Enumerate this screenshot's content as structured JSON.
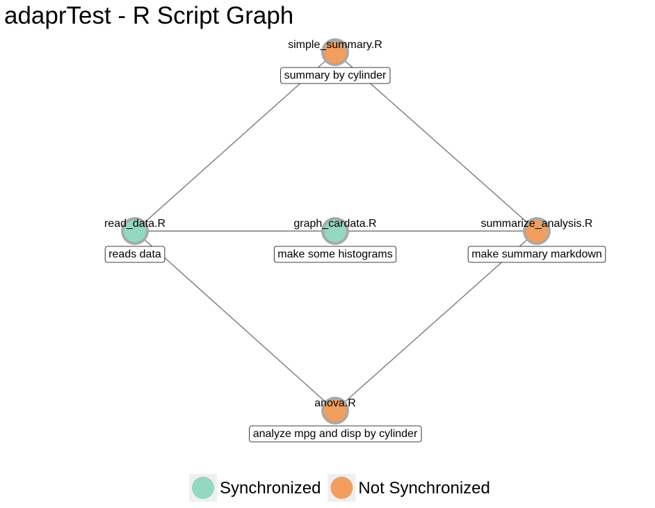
{
  "title": "adaprTest - R Script Graph",
  "colors": {
    "synchronized": "#93d8c0",
    "not_synchronized": "#f19e5e",
    "node_ring": "#a9a9a9",
    "edge": "#7a7a7a",
    "arrow": "#333333",
    "legend_bg": "#efefef"
  },
  "nodes": [
    {
      "id": "simple_summary",
      "name": "simple_summary.R",
      "description": "summary by cylinder",
      "status": "not_synchronized"
    },
    {
      "id": "read_data",
      "name": "read_data.R",
      "description": "reads data",
      "status": "synchronized"
    },
    {
      "id": "graph_cardata",
      "name": "graph_cardata.R",
      "description": "make some histograms",
      "status": "synchronized"
    },
    {
      "id": "summarize_analysis",
      "name": "summarize_analysis.R",
      "description": "make summary markdown",
      "status": "not_synchronized"
    },
    {
      "id": "anova",
      "name": "anova.R",
      "description": "analyze mpg and disp by cylinder",
      "status": "not_synchronized"
    }
  ],
  "edges": [
    {
      "from": "read_data",
      "to": "simple_summary"
    },
    {
      "from": "read_data",
      "to": "graph_cardata"
    },
    {
      "from": "read_data",
      "to": "anova"
    },
    {
      "from": "simple_summary",
      "to": "summarize_analysis"
    },
    {
      "from": "graph_cardata",
      "to": "summarize_analysis"
    },
    {
      "from": "anova",
      "to": "summarize_analysis"
    }
  ],
  "legend": [
    {
      "label": "Synchronized",
      "status": "synchronized"
    },
    {
      "label": "Not Synchronized",
      "status": "not_synchronized"
    }
  ]
}
